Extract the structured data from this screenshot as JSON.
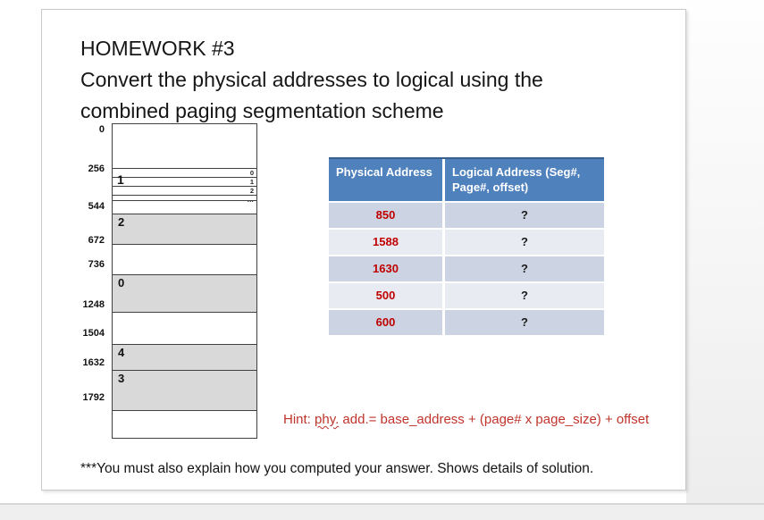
{
  "slide": {
    "title_lines": [
      "HOMEWORK #3",
      "Convert the physical addresses to logical using the",
      "combined paging segmentation scheme"
    ],
    "footnote": "***You must also explain how you computed your answer. Shows details of solution."
  },
  "memory_diagram": {
    "address_labels": [
      "0",
      "256",
      "544",
      "672",
      "736",
      "1248",
      "1504",
      "1632",
      "1792"
    ],
    "page_row_labels": [
      "0",
      "1",
      "2",
      "…"
    ],
    "segment_labels": {
      "seg1": "1",
      "seg2": "2",
      "seg0": "0",
      "seg4": "4",
      "seg3": "3"
    }
  },
  "table": {
    "headers": [
      "Physical Address",
      "Logical Address (Seg#, Page#, offset)"
    ],
    "rows": [
      {
        "physical": "850",
        "logical": "?"
      },
      {
        "physical": "1588",
        "logical": "?"
      },
      {
        "physical": "1630",
        "logical": "?"
      },
      {
        "physical": "500",
        "logical": "?"
      },
      {
        "physical": "600",
        "logical": "?"
      }
    ]
  },
  "hint": {
    "prefix": "Hint: ",
    "misspelled": "phy.",
    "rest": " add.= base_address + (page# x page_size) + offset"
  },
  "colors": {
    "header_blue": "#4f81bd",
    "header_top_border": "#3a618e",
    "row_odd": "#ccd3e2",
    "row_even": "#e9ebf2",
    "value_red": "#c00000",
    "hint_red": "#c0342c",
    "segment_gray": "#d9d9d9",
    "box_border": "#404040"
  }
}
